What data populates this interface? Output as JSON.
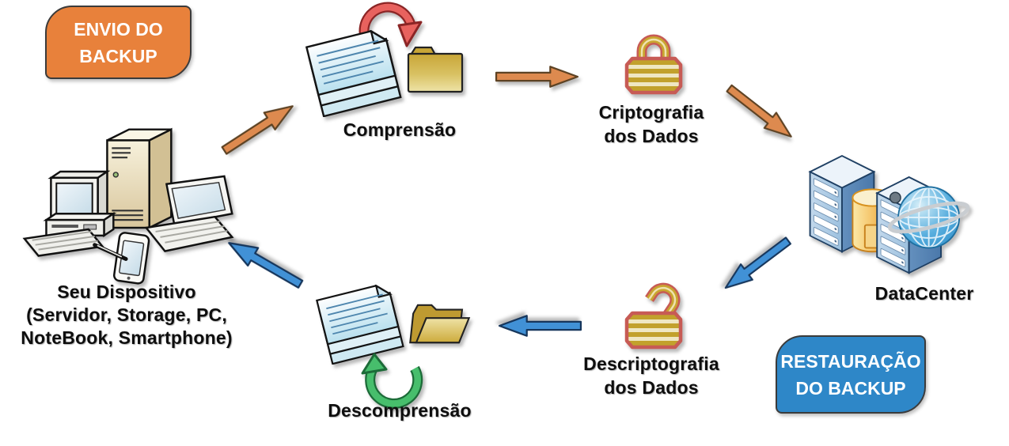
{
  "badges": {
    "envio": {
      "line1": "ENVIO DO",
      "line2": "BACKUP",
      "color": "#E8813B"
    },
    "restauracao": {
      "line1": "RESTAURAÇÃO",
      "line2": "DO BACKUP",
      "color": "#2E87C8"
    }
  },
  "nodes": {
    "devices": {
      "line1": "Seu Dispositivo",
      "line2": "(Servidor, Storage, PC,",
      "line3": "NoteBook, Smartphone)",
      "icon": "devices-cluster-icon"
    },
    "compression": {
      "label": "Comprensão",
      "icons": [
        "documents-stack-icon",
        "compress-arc-arrow-icon",
        "closed-folder-icon"
      ]
    },
    "encryption": {
      "line1": "Criptografia",
      "line2": "dos Dados",
      "icon": "locked-padlock-icon"
    },
    "datacenter": {
      "label": "DataCenter",
      "icon": "datacenter-servers-globe-icon"
    },
    "decryption": {
      "line1": "Descriptografia",
      "line2": "dos Dados",
      "icon": "unlocked-padlock-icon"
    },
    "decompression": {
      "label": "Descomprensão",
      "icons": [
        "documents-stack-icon",
        "decompress-arc-arrow-icon",
        "open-folder-icon"
      ]
    }
  },
  "flows": {
    "send": {
      "arrow_color": "#DD8A4F",
      "arrow_count": 3
    },
    "restore": {
      "arrow_color": "#4191D6",
      "arrow_count": 3
    }
  },
  "colors": {
    "badge_envio": "#E8813B",
    "badge_restauracao": "#2E87C8",
    "send_arrow": "#DD8A4F",
    "restore_arrow": "#4191D6",
    "compress_arc": "#E8625E",
    "decompress_arc": "#47BE6C",
    "padlock_gold": "#C9A52F",
    "padlock_outline": "#C75B55",
    "folder_gold": "#C9A637",
    "document_blue": "#B9E0EE",
    "server_blue": "#9CC0DE",
    "database_yellow": "#EF9E28"
  }
}
